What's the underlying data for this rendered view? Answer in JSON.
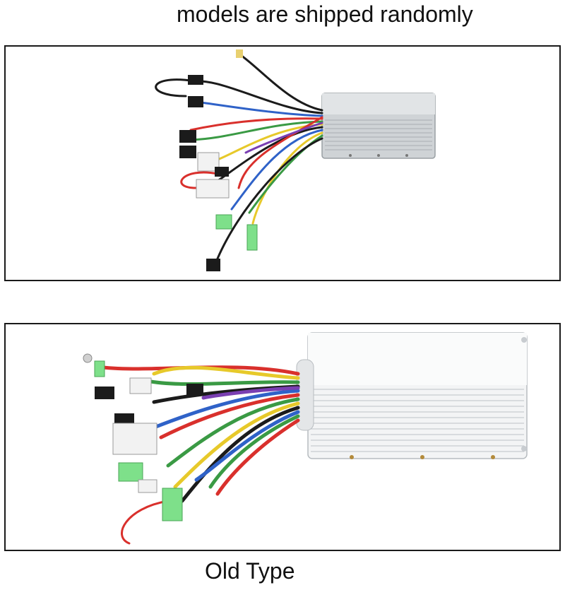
{
  "captions": {
    "top": "models are shipped randomly",
    "bottom": "Old Type"
  },
  "images": {
    "top_alt": "controller with wiring harness (new type)",
    "bottom_alt": "controller with wiring harness (old type)"
  },
  "colors": {
    "frame_border": "#1a1a1a",
    "housing": "#cfd3d6",
    "wire_red": "#d9302c",
    "wire_blue": "#2f62c8",
    "wire_green": "#3a9a44",
    "wire_yellow": "#e7c92a",
    "wire_black": "#1b1b1b",
    "connector_green": "#7ee08a"
  }
}
